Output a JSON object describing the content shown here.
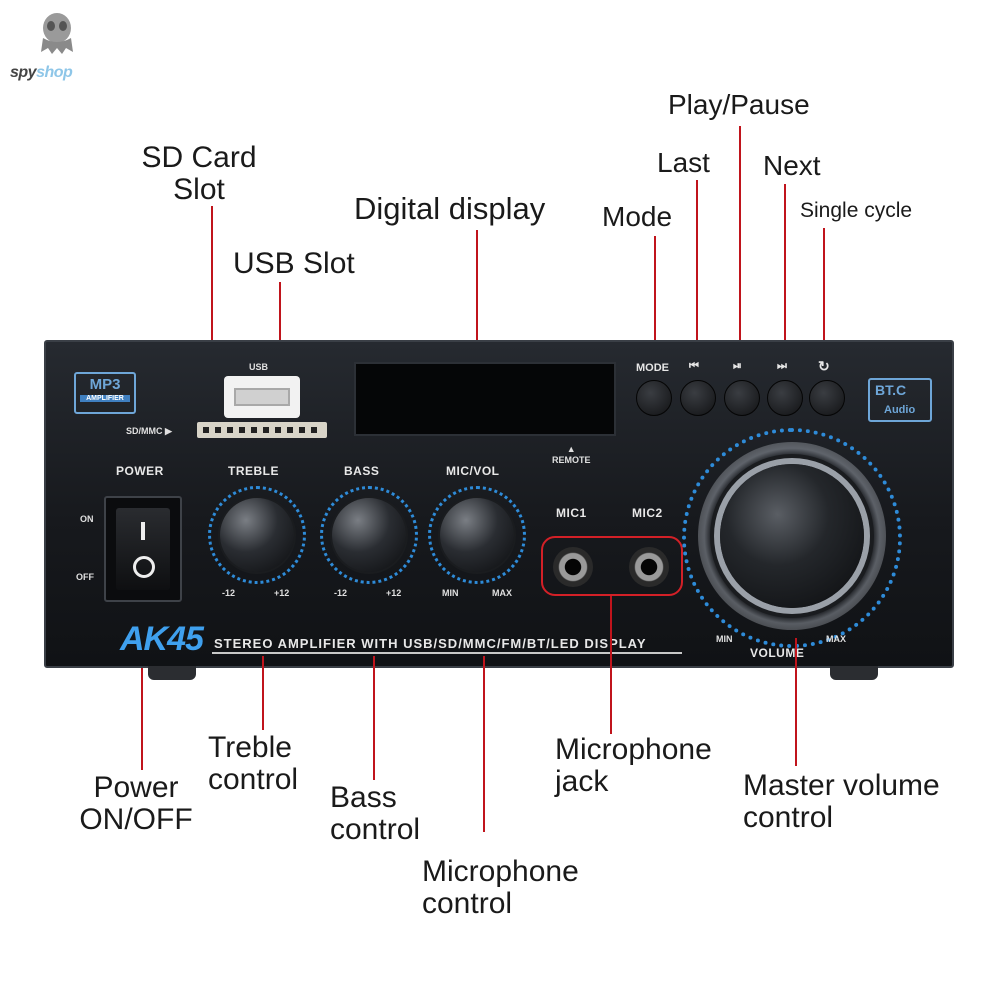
{
  "logo": {
    "text_part1": "spy",
    "text_part2": "shop"
  },
  "callouts": {
    "sd_card_slot_line1": "SD Card",
    "sd_card_slot_line2": "Slot",
    "usb_slot": "USB Slot",
    "digital_display": "Digital display",
    "mode": "Mode",
    "last": "Last",
    "play_pause": "Play/Pause",
    "next": "Next",
    "single_cycle": "Single cycle",
    "power_line1": "Power",
    "power_line2": "ON/OFF",
    "treble_line1": "Treble",
    "treble_line2": "control",
    "bass_line1": "Bass",
    "bass_line2": "control",
    "mic_control_line1": "Microphone",
    "mic_control_line2": "control",
    "mic_jack_line1": "Microphone",
    "mic_jack_line2": "jack",
    "master_volume_line1": "Master volume",
    "master_volume_line2": "control"
  },
  "panel": {
    "mp3_badge": "MP3",
    "mp3_badge_sub": "AMPLIFIER",
    "usb_label": "USB",
    "sd_label": "SD/MMC ▶",
    "mode_label": "MODE",
    "prev_icon": "⏮",
    "play_icon": "⏯",
    "next_icon": "⏭",
    "cycle_icon": "↻",
    "btc_badge": "BT.C",
    "btc_badge_sub": "Audio",
    "remote_label": "▲\nREMOTE",
    "power_label": "POWER",
    "on_label": "ON",
    "off_label": "OFF",
    "treble_label": "TREBLE",
    "bass_label": "BASS",
    "micvol_label": "MIC/VOL",
    "treble_min": "-12",
    "treble_max": "+12",
    "bass_min": "-12",
    "bass_max": "+12",
    "micvol_min": "MIN",
    "micvol_max": "MAX",
    "mic1_label": "MIC1",
    "mic2_label": "MIC2",
    "volume_label": "VOLUME",
    "volume_min": "MIN",
    "volume_max": "MAX",
    "model": "AK45",
    "model_desc": "STEREO AMPLIFIER WITH USB/SD/MMC/FM/BT/LED DISPLAY"
  },
  "colors": {
    "callout_line": "#c0141c",
    "accent_blue": "#2e8bd8",
    "mic_box": "#d32027"
  }
}
